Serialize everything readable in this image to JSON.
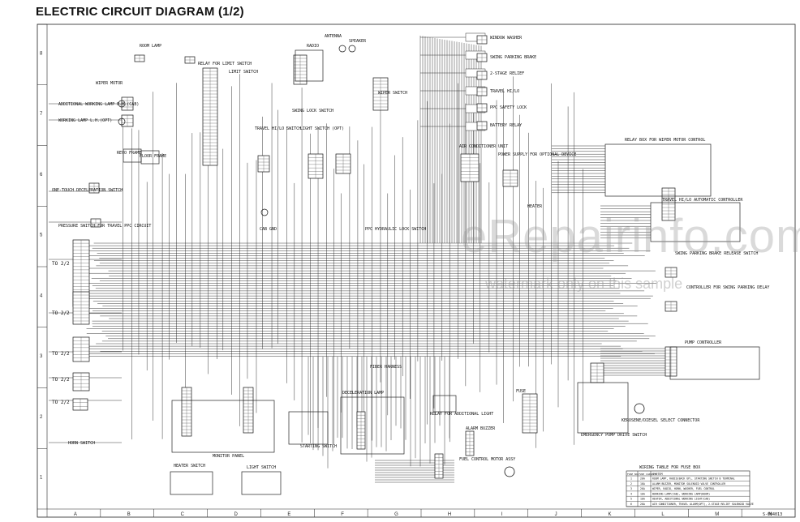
{
  "title": "ELECTRIC CIRCUIT DIAGRAM (1/2)",
  "doc_code": "S-004013",
  "watermark": {
    "main": "eRepairinfo.com",
    "sub": "watermark only on this sample"
  },
  "grid_columns": [
    "A",
    "B",
    "C",
    "D",
    "E",
    "F",
    "G",
    "H",
    "I",
    "J",
    "K",
    "L",
    "M",
    "N"
  ],
  "grid_rows": [
    "8",
    "7",
    "6",
    "5",
    "4",
    "3",
    "2",
    "1"
  ],
  "components": {
    "room_lamp": "ROOM LAMP",
    "relay_limit": "RELAY FOR LIMIT SWITCH",
    "limit_switch": "LIMIT SWITCH",
    "radio": "RADIO",
    "antenna": "ANTENNA",
    "speaker": "SPEAKER",
    "wiper_motor": "WIPER MOTOR",
    "add_working_lamp": "ADDITIONAL WORKING LAMP R.H.(CAB)",
    "working_lamp_lh": "WORKING LAMP L.H.(OPT)",
    "swing_lock": "SWING LOCK SWITCH",
    "wiper_switch": "WIPER SWITCH",
    "travel_hi_lo": "TRAVEL HI/LO SWITCH",
    "light_switch_opt": "LIGHT SWITCH (OPT)",
    "revo_frame": "REVO FRAME",
    "floor_frame": "FLOOR FRAME",
    "one_touch": "ONE-TOUCH DECELERATION SWITCH",
    "cab_gnd": "CAB GND",
    "ppc_lock": "PPC HYDRAULIC LOCK SWITCH",
    "air_con": "AIR CONDITIONER UNIT",
    "power_supply": "POWER SUPPLY FOR OPTIONAL DEVICE",
    "heater": "HEATER",
    "pressure_switch": "PRESSURE SWITCH FOR TRAVEL PPC CIRCUIT",
    "window_washer": "WINDOW WASHER",
    "swing_parking_brake": "SWING PARKING BRAKE",
    "two_stage_relief": "2-STAGE RELIEF",
    "travel_hi_lo_sol": "TRAVEL HI/LO",
    "ppc_safety_lock": "PPC SAFETY LOCK",
    "battery_relay": "BATTERY RELAY",
    "relay_box_wiper": "RELAY BOX FOR WIPER MOTOR CONTROL",
    "travel_auto_ctrl": "TRAVEL HI/LO AUTOMATIC CONTROLLER",
    "swing_release": "SWING PARKING BRAKE RELEASE SWITCH",
    "swing_delay": "CONTROLLER FOR SWING PARKING DELAY",
    "pump_controller": "PUMP CONTROLLER",
    "fiber_harness": "FIBER HARNESS",
    "decel_lamp": "DECELERATION LAMP",
    "monitor_panel": "MONITOR PANEL",
    "starting_switch": "STARTING SWITCH",
    "relay_add_light": "RELAY FOR ADDITIONAL LIGHT",
    "alarm_buzzer": "ALARM BUZZER",
    "fuse": "FUSE",
    "fuel_control": "FUEL CONTROL MOTOR ASSY",
    "emergency_pump": "EMERGENCY PUMP DRIVE SWITCH",
    "kerosene": "KEROSENE/DIESEL SELECT CONNECTOR",
    "horn_switch": "HORN SWITCH",
    "heater_switch": "HEATER SWITCH",
    "light_switch": "LIGHT SWITCH"
  },
  "side_labels": [
    "TO 2/2",
    "TO 2/2",
    "TO 2/2",
    "TO 2/2",
    "TO 2/2"
  ],
  "fuse_table": {
    "title": "WIRING TABLE FOR FUSE BOX",
    "headers": [
      "FUSE NO.",
      "FUSE CAPACITY",
      "SYSTEM"
    ],
    "rows": [
      [
        "1",
        "20A",
        "ROOM LAMP, RADIO(BACK UP), STARTING SWITCH B TERMINAL"
      ],
      [
        "2",
        "10A",
        "ALARM BUZZER, MONITOR SOLENOID VALVE CONTROLLER"
      ],
      [
        "3",
        "20A",
        "WIPER, RADIO, HORN, WASHER, FUEL CONTROL"
      ],
      [
        "4",
        "10A",
        "WORKING LAMP(CAB), WORKING LAMP(BOOM)"
      ],
      [
        "5",
        "10A",
        "HEATER, ADDITIONAL WORKING LIGHT(CAB)"
      ],
      [
        "6",
        "20A",
        "AIR CONDITIONER, TRAVEL ALARM(OPT), 2-STAGE RELIEF SOLENOID VALVE"
      ]
    ]
  }
}
